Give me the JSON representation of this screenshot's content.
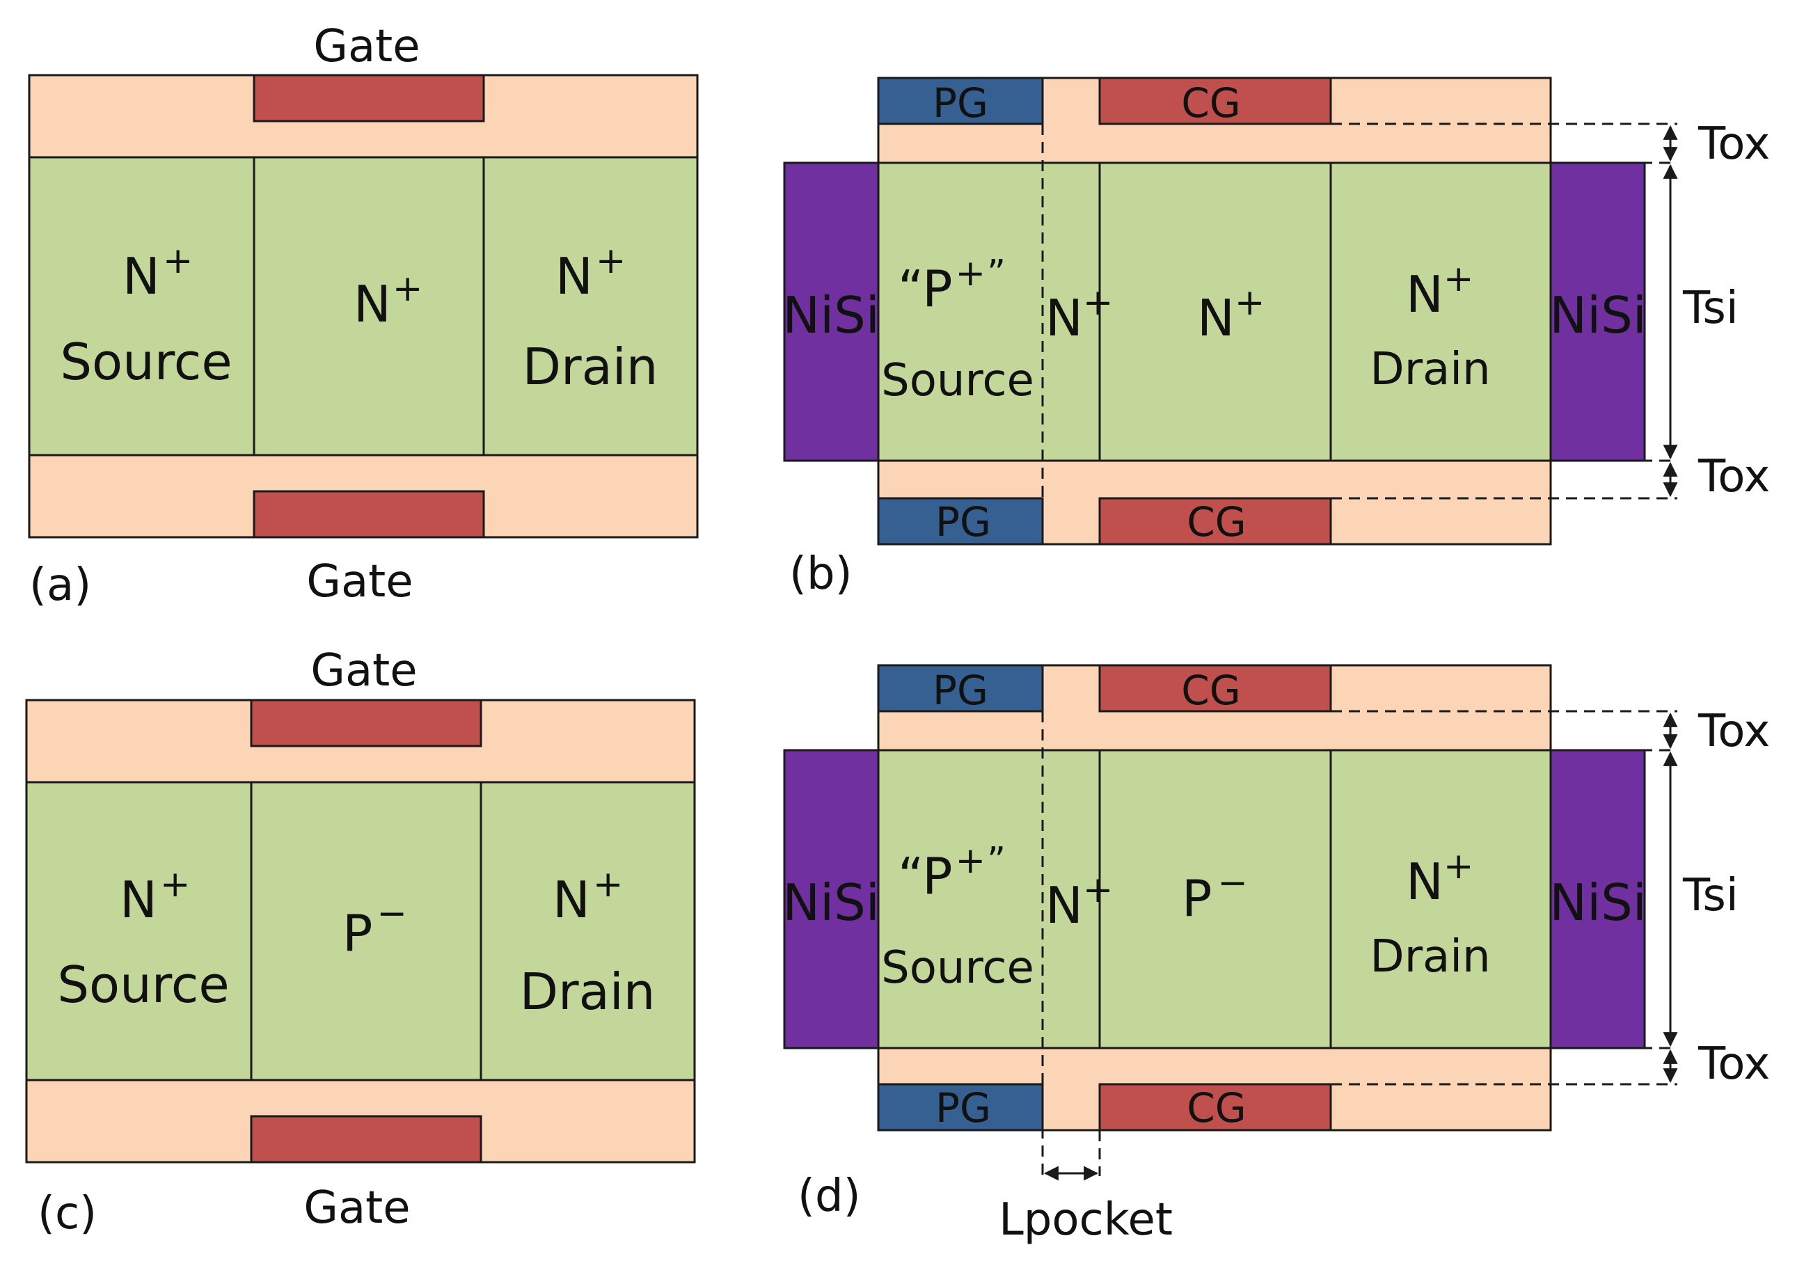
{
  "colors": {
    "oxide": "#fbd5b5",
    "silicon": "#c4d79b",
    "control_gate": "#c0504d",
    "polarity_gate": "#366092",
    "nisi": "#7030a0"
  },
  "panel_a": {
    "caption": "(a)",
    "gate_top": "Gate",
    "gate_bottom": "Gate",
    "source_main": "N",
    "source_sup": "+",
    "source_name": "Source",
    "channel_main": "N",
    "channel_sup": "+",
    "drain_main": "N",
    "drain_sup": "+",
    "drain_name": "Drain"
  },
  "panel_b": {
    "caption": "(b)",
    "pg_top": "PG",
    "cg_top": "CG",
    "pg_bottom": "PG",
    "cg_bottom": "CG",
    "nisi_left": "NiSi",
    "nisi_right": "NiSi",
    "source_main": "“P",
    "source_sup": "+",
    "source_close": "”",
    "source_name": "Source",
    "pocket_main": "N",
    "pocket_sup": "+",
    "channel_main": "N",
    "channel_sup": "+",
    "drain_main": "N",
    "drain_sup": "+",
    "drain_name": "Drain",
    "tox_top": "Tox",
    "tsi": "Tsi",
    "tox_bottom": "Tox"
  },
  "panel_c": {
    "caption": "(c)",
    "gate_top": "Gate",
    "gate_bottom": "Gate",
    "source_main": "N",
    "source_sup": "+",
    "source_name": "Source",
    "channel_main": "P",
    "channel_sup": "−",
    "drain_main": "N",
    "drain_sup": "+",
    "drain_name": "Drain"
  },
  "panel_d": {
    "caption": "(d)",
    "pg_top": "PG",
    "cg_top": "CG",
    "pg_bottom": "PG",
    "cg_bottom": "CG",
    "nisi_left": "NiSi",
    "nisi_right": "NiSi",
    "source_main": "“P",
    "source_sup": "+",
    "source_close": "”",
    "source_name": "Source",
    "pocket_main": "N",
    "pocket_sup": "+",
    "channel_main": "P",
    "channel_sup": "−",
    "drain_main": "N",
    "drain_sup": "+",
    "drain_name": "Drain",
    "tox_top": "Tox",
    "tsi": "Tsi",
    "tox_bottom": "Tox",
    "lpocket": "Lpocket"
  }
}
